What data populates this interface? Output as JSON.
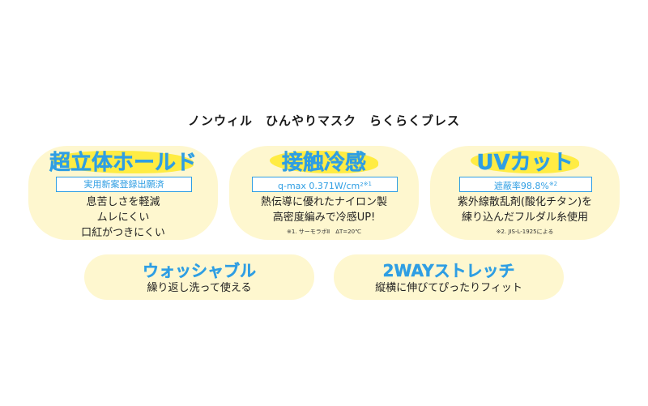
{
  "title": "ノンウィル　ひんやりマスク　らくらくブレス",
  "cards": [
    {
      "heading": "超立体ホールド",
      "tag": "実用新案登録出願済",
      "lines": [
        "息苦しさを軽減",
        "ムレにくい",
        "口紅がつきにくい"
      ]
    },
    {
      "heading": "接触冷感",
      "tag": "q-max 0.371W/cm²",
      "tag_sup": "※1",
      "lines": [
        "熱伝導に優れたナイロン製",
        "高密度編みで冷感UP!"
      ],
      "note": "※1. サーモラボⅡ　ΔT=20℃"
    },
    {
      "heading": "UVカット",
      "tag": "遮蔽率98.8%",
      "tag_sup": "※2",
      "lines": [
        "紫外線散乱剤(酸化チタン)を",
        "練り込んだフルダル糸使用"
      ],
      "note": "※2. JIS-L-1925による"
    },
    {
      "heading": "ウォッシャブル",
      "lines": [
        "繰り返し洗って使える"
      ]
    },
    {
      "heading": "2WAYストレッチ",
      "lines": [
        "縦横に伸びてぴったりフィット"
      ]
    }
  ],
  "colors": {
    "accent": "#2f9ee3",
    "card_bg": "#fef7cf",
    "highlight": "#ffeb3b"
  }
}
